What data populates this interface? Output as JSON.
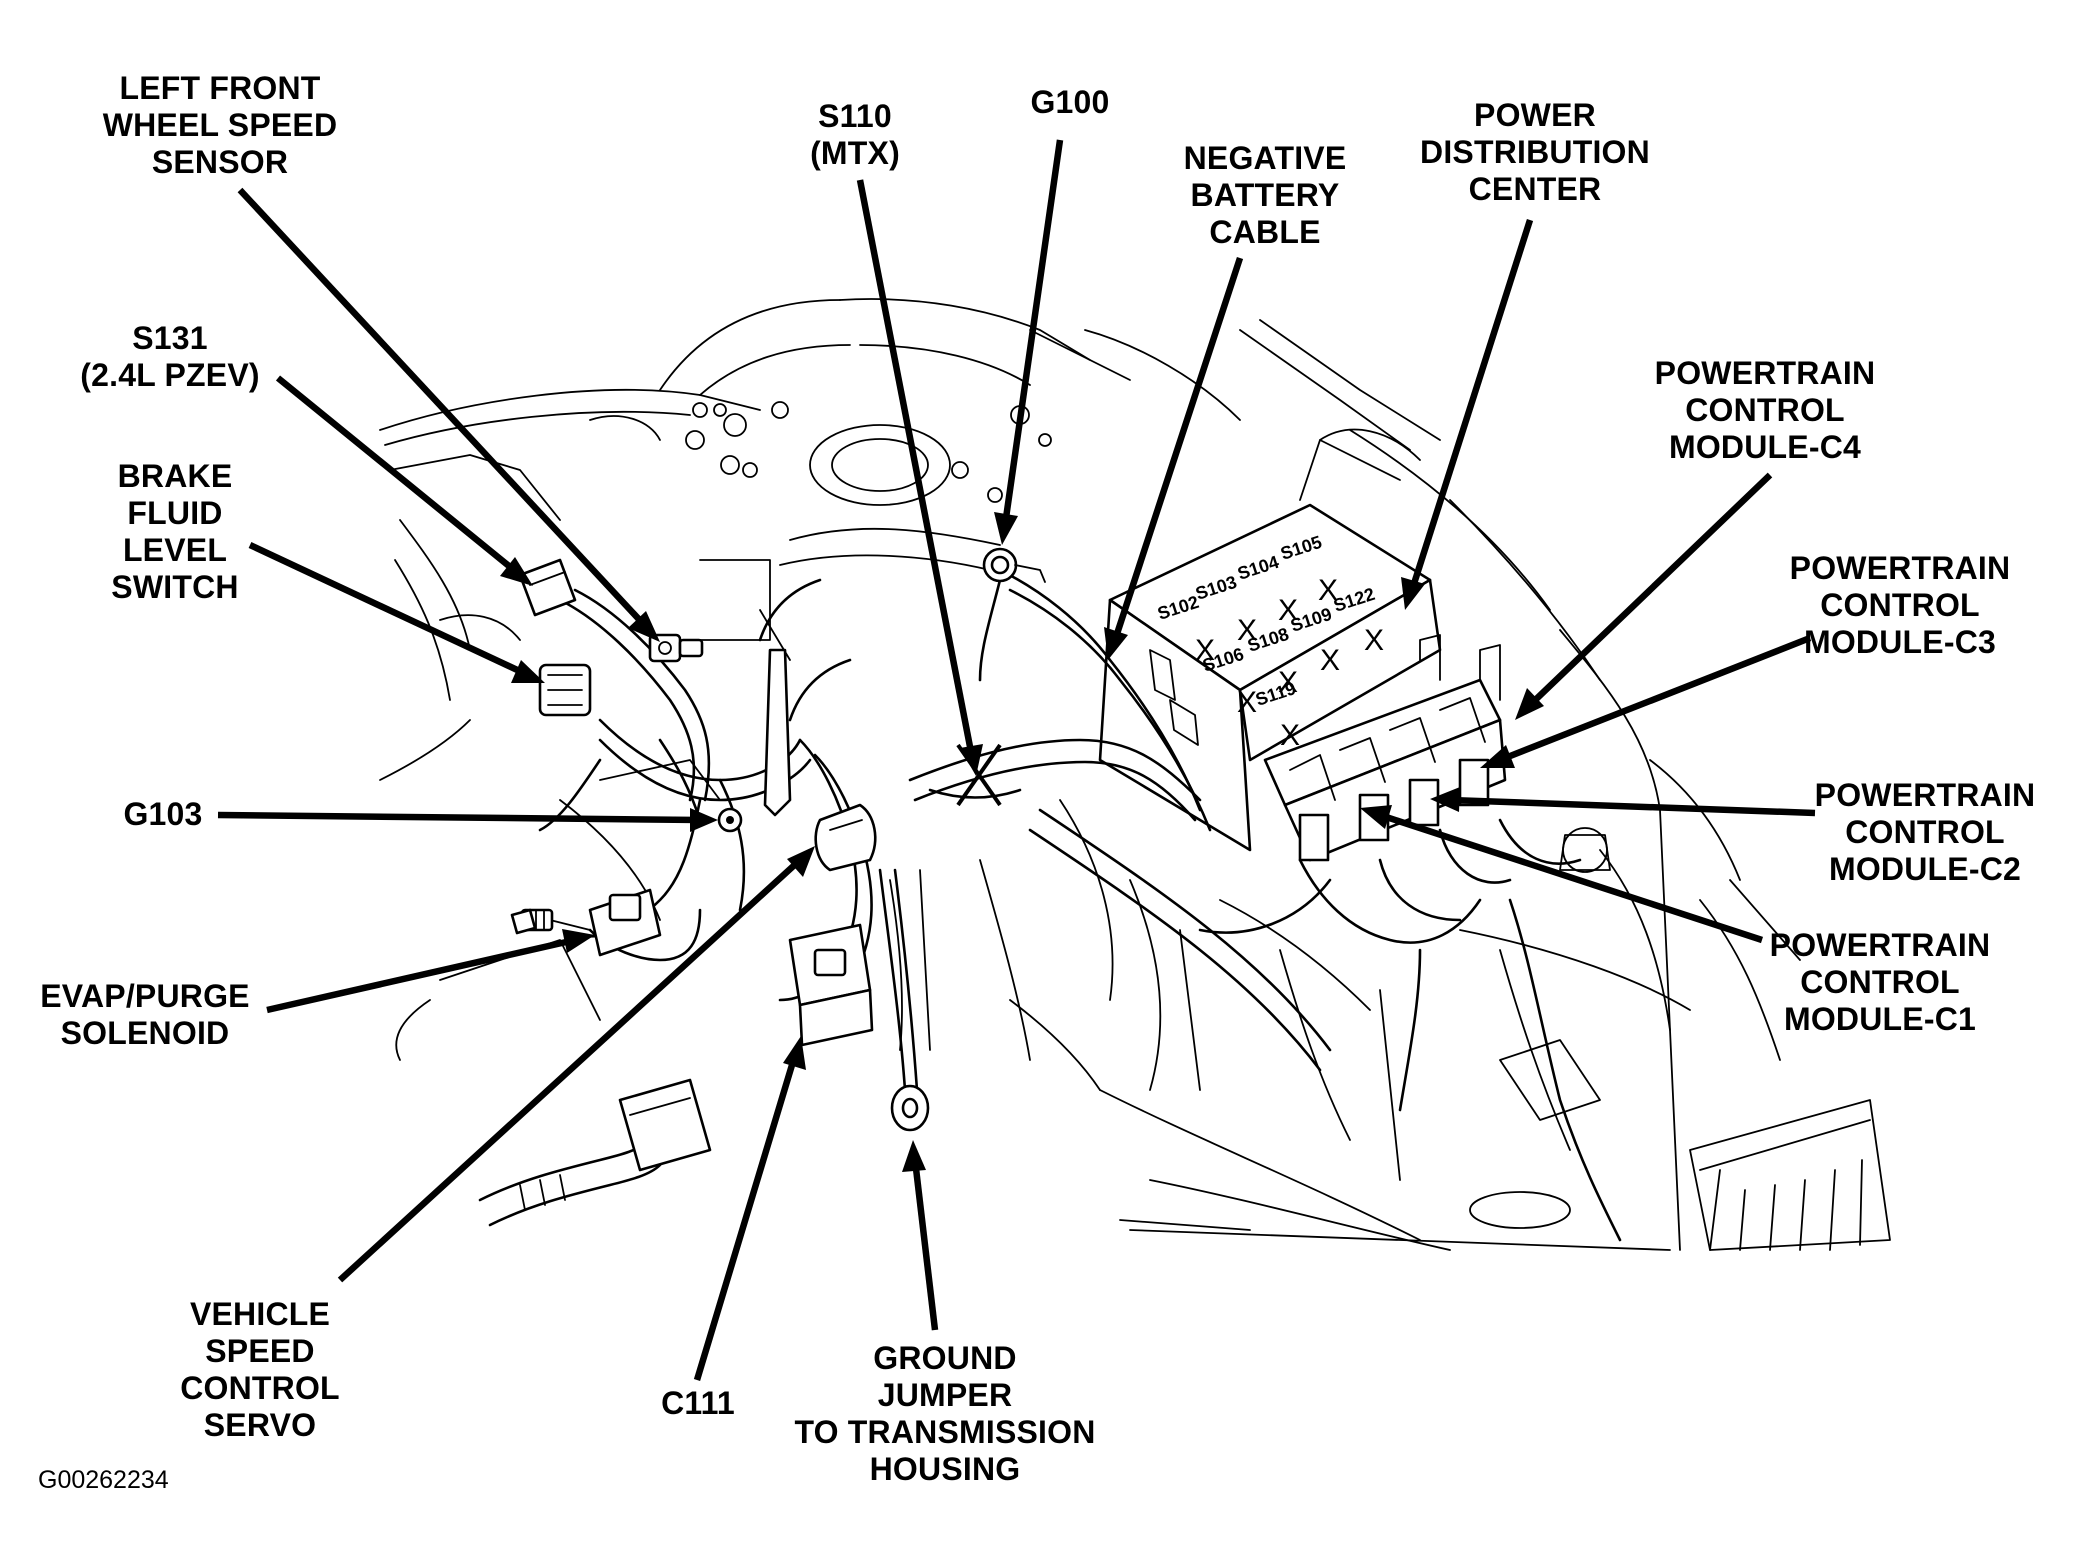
{
  "figure_id": "G00262234",
  "labels": {
    "left_front_wheel_speed_sensor": [
      "LEFT FRONT",
      "WHEEL SPEED",
      "SENSOR"
    ],
    "s131": [
      "S131",
      "(2.4L PZEV)"
    ],
    "brake_fluid_level_switch": [
      "BRAKE",
      "FLUID",
      "LEVEL",
      "SWITCH"
    ],
    "g103": [
      "G103"
    ],
    "evap_purge_solenoid": [
      "EVAP/PURGE",
      "SOLENOID"
    ],
    "vehicle_speed_control_servo": [
      "VEHICLE",
      "SPEED",
      "CONTROL",
      "SERVO"
    ],
    "c111": [
      "C111"
    ],
    "ground_jumper": [
      "GROUND",
      "JUMPER",
      "TO TRANSMISSION",
      "HOUSING"
    ],
    "s110": [
      "S110",
      "(MTX)"
    ],
    "g100": [
      "G100"
    ],
    "negative_battery_cable": [
      "NEGATIVE",
      "BATTERY",
      "CABLE"
    ],
    "power_distribution_center": [
      "POWER",
      "DISTRIBUTION",
      "CENTER"
    ],
    "pcm_c4": [
      "POWERTRAIN",
      "CONTROL",
      "MODULE-C4"
    ],
    "pcm_c3": [
      "POWERTRAIN",
      "CONTROL",
      "MODULE-C3"
    ],
    "pcm_c2": [
      "POWERTRAIN",
      "CONTROL",
      "MODULE-C2"
    ],
    "pcm_c1": [
      "POWERTRAIN",
      "CONTROL",
      "MODULE-C1"
    ]
  },
  "splices": {
    "s102": "S102",
    "s103": "S103",
    "s104": "S104",
    "s105": "S105",
    "s106": "S106",
    "s108": "S108",
    "s109": "S109",
    "s122": "S122",
    "s119": "S119"
  },
  "splice_mark": "X"
}
